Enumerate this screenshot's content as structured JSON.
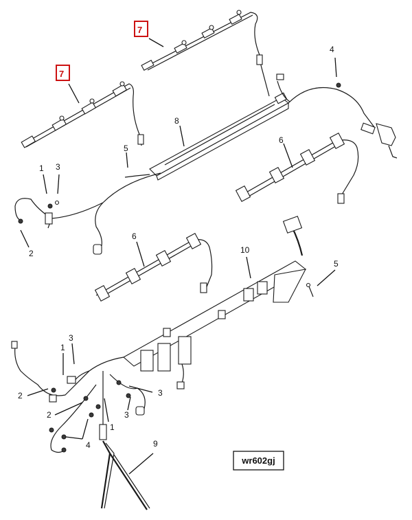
{
  "figure_id": "wr602gj",
  "callouts": {
    "c7a": "7",
    "c7b": "7",
    "c4a": "4",
    "c8": "8",
    "c5a": "5",
    "c6a": "6",
    "c1a": "1",
    "c3a": "3",
    "c2a": "2",
    "c6b": "6",
    "c10": "10",
    "c5b": "5",
    "c3b": "3",
    "c1b": "1",
    "c2b": "2",
    "c3c": "3",
    "c2c": "2",
    "c1c": "1",
    "c3d": "3",
    "c4b": "4",
    "c9": "9"
  },
  "colors": {
    "highlight": "#cc1111",
    "line": "#1a1a1a"
  }
}
